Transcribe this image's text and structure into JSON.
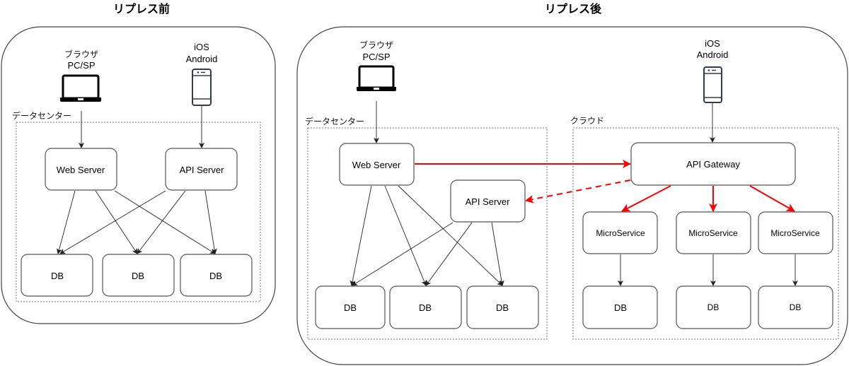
{
  "before": {
    "title": "リプレス前",
    "client_browser": [
      "ブラウザ",
      "PC/SP"
    ],
    "client_mobile": [
      "iOS",
      "Android"
    ],
    "zone_label": "データセンター",
    "web_server": "Web Server",
    "api_server": "API Server",
    "dbs": [
      "DB",
      "DB",
      "DB"
    ]
  },
  "after": {
    "title": "リプレス後",
    "client_browser": [
      "ブラウザ",
      "PC/SP"
    ],
    "client_mobile": [
      "iOS",
      "Android"
    ],
    "dc_zone_label": "データセンター",
    "cloud_zone_label": "クラウド",
    "web_server": "Web Server",
    "api_server": "API Server",
    "dc_dbs": [
      "DB",
      "DB",
      "DB"
    ],
    "api_gateway": "API Gateway",
    "microservices": [
      "MicroService",
      "MicroService",
      "MicroService"
    ],
    "cloud_dbs": [
      "DB",
      "DB",
      "DB"
    ]
  },
  "colors": {
    "new_flow": "#ff0000",
    "line": "#222222"
  }
}
